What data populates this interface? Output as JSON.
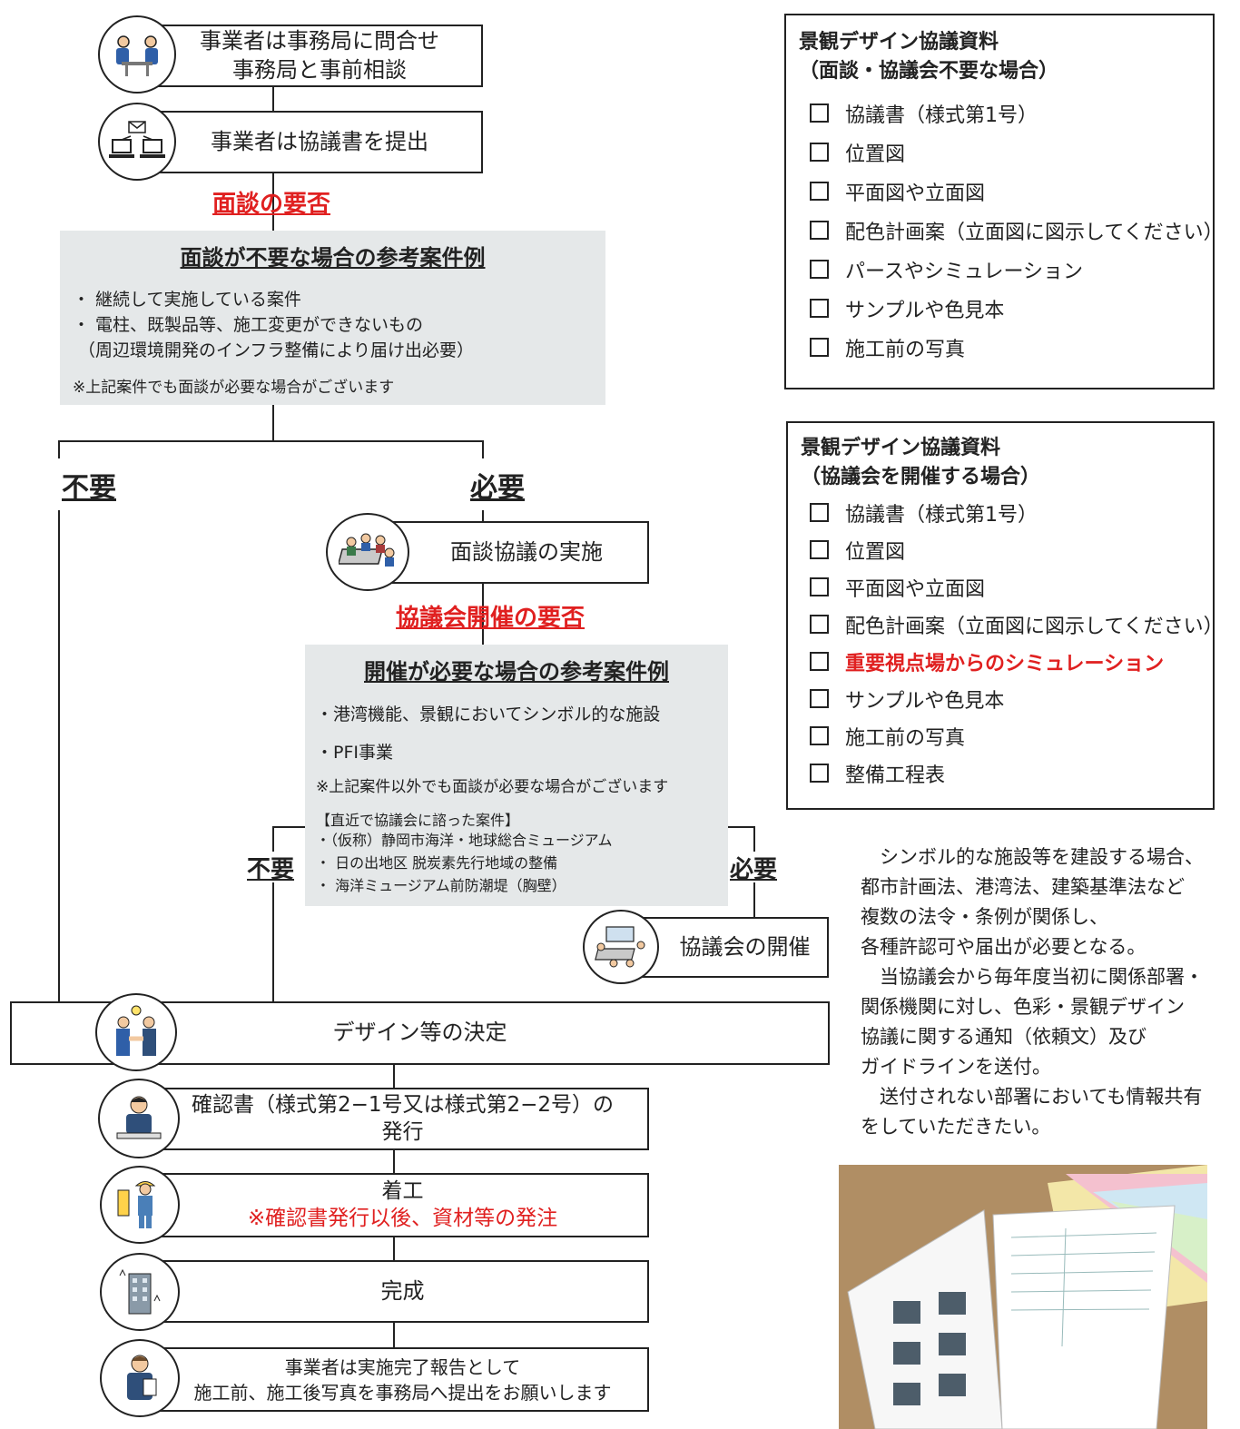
{
  "flow": {
    "step1": [
      "事業者は事務局に問合せ",
      "事務局と事前相談"
    ],
    "step2": "事業者は協議書を提出",
    "q1": "面談の要否",
    "q1_box": {
      "title": "面談が不要な場合の参考案件例",
      "items": [
        "・ 継続して実施している案件",
        "・ 電柱、既製品等、施工変更ができないもの",
        "（周辺環境開発のインフラ整備により届け出必要）"
      ],
      "note": "※上記案件でも面談が必要な場合がございます"
    },
    "not_needed": "不要",
    "needed": "必要",
    "step3": "面談協議の実施",
    "q2": "協議会開催の要否",
    "q2_box": {
      "title": "開催が必要な場合の参考案件例",
      "items": [
        "・港湾機能、景観においてシンボル的な施設",
        "・PFI事業"
      ],
      "note": "※上記案件以外でも面談が必要な場合がございます",
      "recent_title": "【直近で協議会に諮った案件】",
      "recent": [
        "・（仮称）静岡市海洋・地球総合ミュージアム",
        "・ 日の出地区 脱炭素先行地域の整備",
        "・ 海洋ミュージアム前防潮堤（胸壁）"
      ]
    },
    "not_needed2": "不要",
    "needed2": "必要",
    "step4": "協議会の開催",
    "step5": "デザイン等の決定",
    "step6": [
      "確認書（様式第2−1号又は様式第2−2号）の",
      "発行"
    ],
    "step7": "着工",
    "step7_note": "※確認書発行以後、資材等の発注",
    "step8": "完成",
    "step9": [
      "事業者は実施完了報告として",
      "施工前、施工後写真を事務局へ提出をお願いします"
    ]
  },
  "list1": {
    "title": [
      "景観デザイン協議資料",
      "（面談・協議会不要な場合）"
    ],
    "items": [
      "協議書（様式第1号）",
      "位置図",
      "平面図や立面図",
      "配色計画案（立面図に図示してください）",
      "パースやシミュレーション",
      "サンプルや色見本",
      "施工前の写真"
    ]
  },
  "list2": {
    "title": [
      "景観デザイン協議資料",
      "（協議会を開催する場合）"
    ],
    "items": [
      "協議書（様式第1号）",
      "位置図",
      "平面図や立面図",
      "配色計画案（立面図に図示してください）",
      "重要視点場からのシミュレーション",
      "サンプルや色見本",
      "施工前の写真",
      "整備工程表"
    ],
    "highlight_index": 4
  },
  "note_text": "　シンボル的な施設等を建設する場合、\n都市計画法、港湾法、建築基準法など\n複数の法令・条例が関係し、\n各種許認可や届出が必要となる。\n　当協議会から毎年度当初に関係部署・\n関係機関に対し、色彩・景観デザイン\n協議に関する通知（依頼文）及び\nガイドラインを送付。\n　送付されない部署においても情報共有\nをしていただきたい。",
  "colors": {
    "accent_red": "#e02020",
    "panel_grey": "#e5e8e9"
  }
}
